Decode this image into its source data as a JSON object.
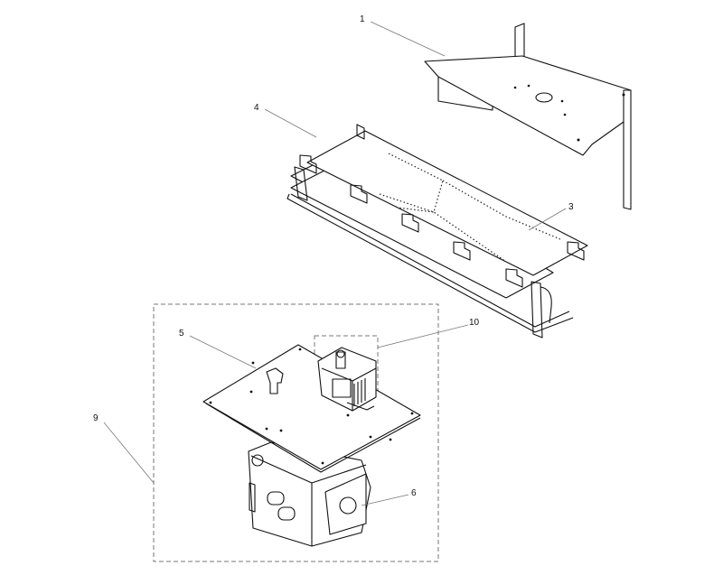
{
  "diagram": {
    "callouts": [
      {
        "id": "1",
        "label": "1"
      },
      {
        "id": "3",
        "label": "3"
      },
      {
        "id": "4",
        "label": "4"
      },
      {
        "id": "5",
        "label": "5"
      },
      {
        "id": "6",
        "label": "6"
      },
      {
        "id": "9",
        "label": "9"
      },
      {
        "id": "10",
        "label": "10"
      }
    ]
  }
}
